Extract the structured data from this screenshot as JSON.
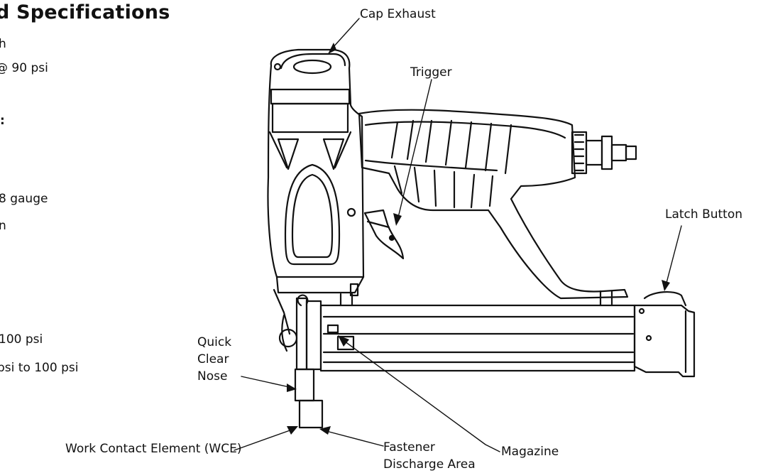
{
  "specs": {
    "heading": "d Specifications",
    "lines": [
      {
        "text": "h",
        "bold": false
      },
      {
        "text": "@ 90 psi",
        "bold": false
      },
      {
        "text": ":",
        "bold": true
      },
      {
        "text": "8 gauge",
        "bold": false
      },
      {
        "text": "n",
        "bold": false
      },
      {
        "text": "100 psi",
        "bold": false
      },
      {
        "text": "psi to 100 psi",
        "bold": false
      }
    ]
  },
  "callouts": {
    "cap_exhaust": "Cap Exhaust",
    "trigger": "Trigger",
    "latch_button": "Latch Button",
    "quick_clear_nose": [
      "Quick",
      "Clear",
      "Nose"
    ],
    "wce": "Work Contact Element (WCE)",
    "fastener_discharge": [
      "Fastener",
      "Discharge Area"
    ],
    "magazine": "Magazine"
  }
}
